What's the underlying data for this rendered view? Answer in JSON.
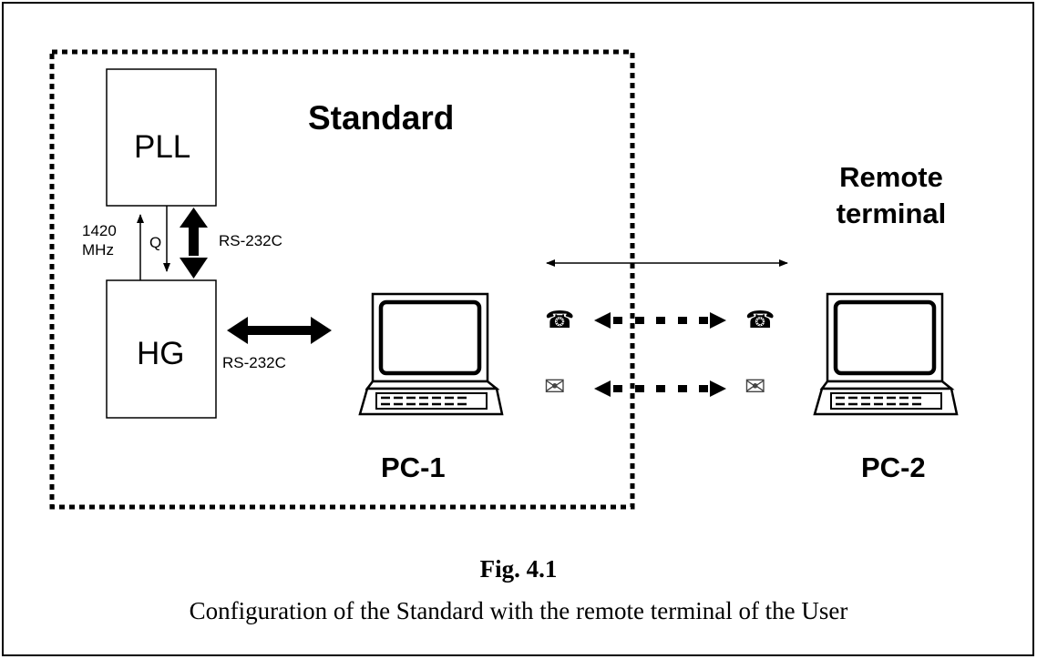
{
  "blocks": {
    "pll": "PLL",
    "hg": "HG"
  },
  "signals": {
    "freq": "1420\nMHz",
    "q": "Q",
    "rs_vertical": "RS-232C",
    "rs_horizontal": "RS-232C"
  },
  "groups": {
    "standard": "Standard",
    "remote": "Remote\nterminal"
  },
  "computers": {
    "pc1": "PC-1",
    "pc2": "PC-2"
  },
  "channels": [
    {
      "icon": "telephone-icon",
      "glyph": "☎"
    },
    {
      "icon": "envelope-icon",
      "glyph": "✉"
    }
  ],
  "figure": {
    "number": "Fig. 4.1",
    "caption": "Configuration of the Standard with the remote terminal of the User"
  }
}
